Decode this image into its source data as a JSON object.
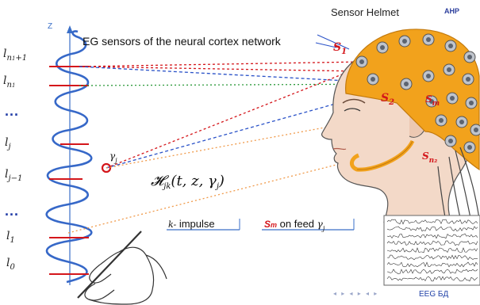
{
  "header": {
    "title": "Sensor Helmet",
    "tag": "АНР"
  },
  "headline": "EG sensors of the neural cortex network",
  "axis": {
    "label": "Z"
  },
  "levels": {
    "ln1p1": {
      "base": "l",
      "sub": "n",
      "subsub": "1",
      "suffix": "+1"
    },
    "ln1": {
      "base": "l",
      "sub": "n",
      "subsub": "1"
    },
    "lj": {
      "base": "l",
      "sub": "j"
    },
    "ljm1": {
      "base": "l",
      "sub": "j−1"
    },
    "l1": {
      "base": "l",
      "sub": "1"
    },
    "l0": {
      "base": "l",
      "sub": "0"
    }
  },
  "dots": "...",
  "gamma": {
    "base": "γ",
    "sub": "j"
  },
  "formula": {
    "H": "𝓗",
    "sub": "jk",
    "args": "(t, z, γ",
    "argsub": "j",
    "close": ")"
  },
  "captions": {
    "impulse_k": "k-",
    "impulse": "impulse",
    "sm": "S",
    "sm_sub": "m",
    "feed": "on feed",
    "gamma": "γ",
    "gamma_sub": "j"
  },
  "sensors": {
    "s1": {
      "base": "S",
      "sub": "1"
    },
    "s2": {
      "base": "S",
      "sub": "2"
    },
    "sm": {
      "base": "S",
      "sub": "m"
    },
    "sn2": {
      "base": "S",
      "sub": "n₂"
    }
  },
  "eeg_caption": "EEG БД",
  "colors": {
    "wave": "#3668c8",
    "red": "#d4161b",
    "helmet": "#f2a21c",
    "axis": "#3a6fc8"
  },
  "icons": [
    "hand-with-pen-icon",
    "head-profile-icon",
    "eeg-chart-icon"
  ]
}
